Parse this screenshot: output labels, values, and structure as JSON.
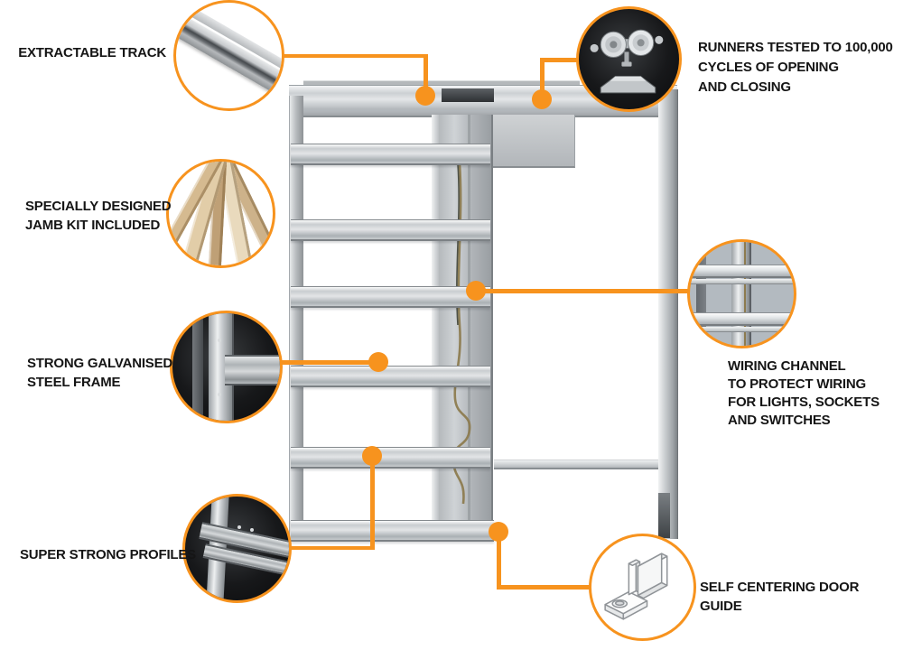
{
  "accent_color": "#F7931E",
  "figure": {
    "type": "annotated-product-diagram",
    "subject": "pocket sliding door steel frame system"
  },
  "callouts": [
    {
      "id": "extractable-track",
      "label": "EXTRACTABLE TRACK",
      "icon": "track-photo"
    },
    {
      "id": "jamb-kit",
      "label": "SPECIALLY DESIGNED\nJAMB KIT INCLUDED",
      "icon": "jamb-kit-photo"
    },
    {
      "id": "galvanised-steel-frame",
      "label": "STRONG GALVANISED\nSTEEL FRAME",
      "icon": "steel-frame-photo"
    },
    {
      "id": "super-strong-profiles",
      "label": "SUPER STRONG PROFILES",
      "icon": "profiles-photo"
    },
    {
      "id": "runners",
      "label": "RUNNERS TESTED TO 100,000\nCYCLES OF OPENING\nAND CLOSING",
      "icon": "runners-photo"
    },
    {
      "id": "wiring-channel",
      "label": "WIRING CHANNEL\nTO PROTECT WIRING\nFOR LIGHTS, SOCKETS\nAND SWITCHES",
      "icon": "wiring-channel-photo"
    },
    {
      "id": "self-centering-door-guide",
      "label": "SELF CENTERING DOOR GUIDE",
      "icon": "door-guide-drawing"
    }
  ]
}
